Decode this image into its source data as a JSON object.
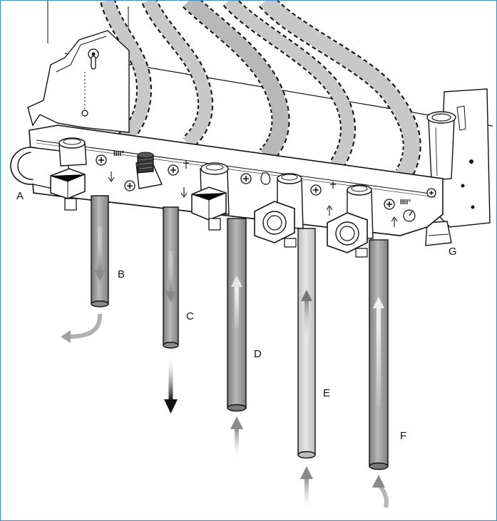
{
  "callouts": {
    "a": "A",
    "b": "B",
    "c": "C",
    "d": "D",
    "e": "E",
    "f": "F",
    "g": "G"
  },
  "colors": {
    "frame": "#3b8fc4",
    "hose_fill": "#c8c8c8",
    "hose_fill_dark": "#bdbdbd",
    "pipe_grey": "#9d9d9d",
    "pipe_light": "#d0d0d0",
    "arrow_grey": "#b0b0b0",
    "arrow_black": "#111111",
    "outline": "#111111"
  }
}
